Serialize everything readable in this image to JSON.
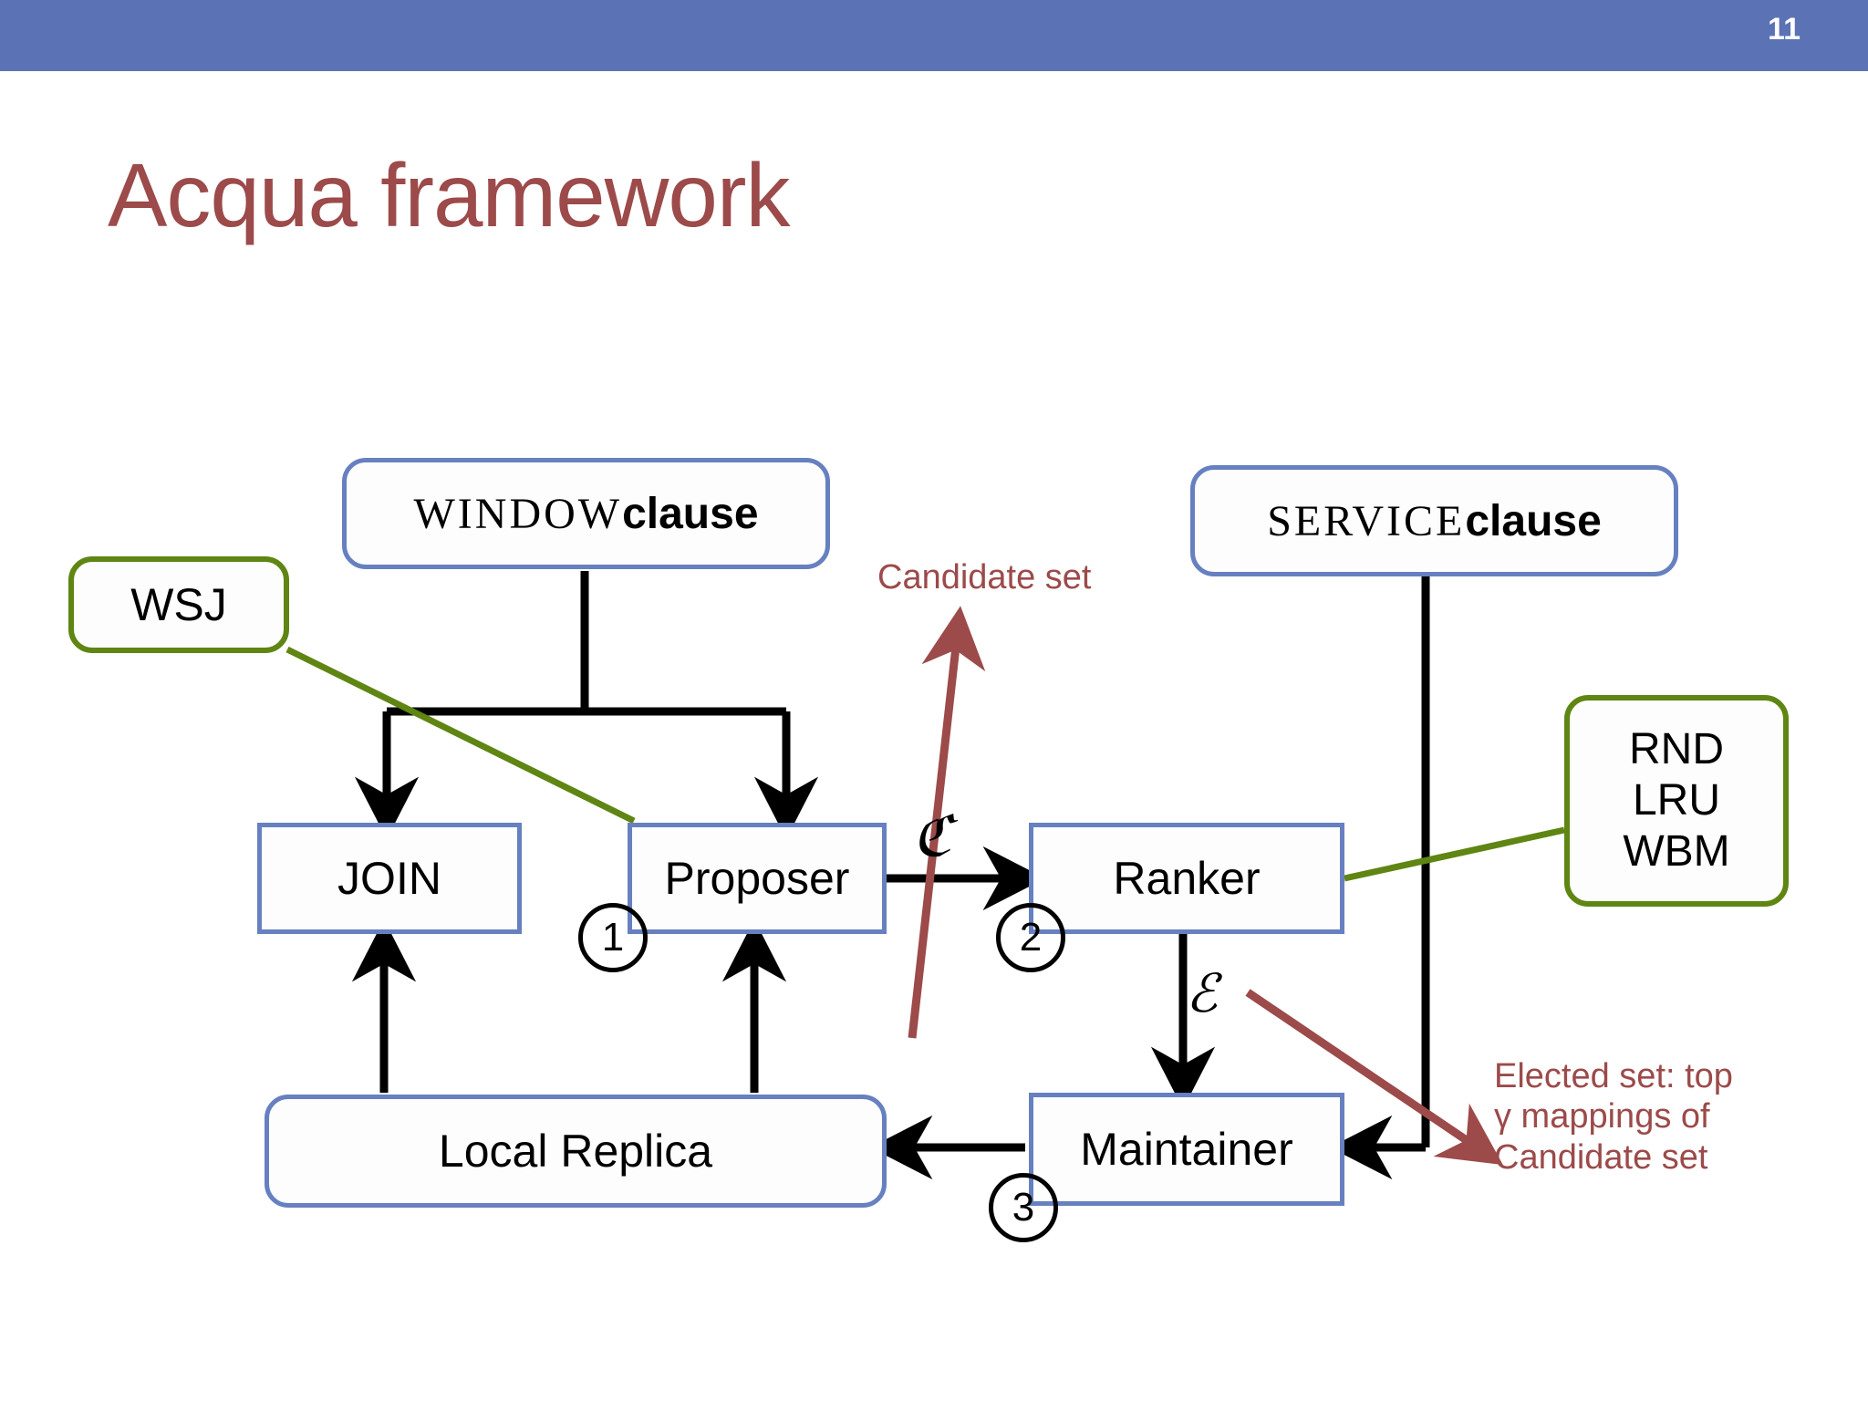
{
  "header": {
    "page_number": "11",
    "bar_color": "#5B72B5"
  },
  "title": {
    "text": "Acqua framework",
    "color": "#9C4A4A"
  },
  "palette": {
    "blue_border": "#6680C0",
    "green_border": "#5F8513",
    "maroon": "#9C4A4A",
    "black": "#000000",
    "box_fill": "#FDFDFD"
  },
  "diagram": {
    "nodes": {
      "window_clause": {
        "keyword": "WINDOW",
        "suffix": " clause"
      },
      "service_clause": {
        "keyword": "SERVICE",
        "suffix": " clause"
      },
      "wsj": {
        "label": "WSJ"
      },
      "join": {
        "label": "JOIN"
      },
      "proposer": {
        "label": "Proposer"
      },
      "ranker": {
        "label": "Ranker"
      },
      "policies": {
        "line1": "RND",
        "line2": "LRU",
        "line3": "WBM"
      },
      "local_replica": {
        "label": "Local Replica"
      },
      "maintainer": {
        "label": "Maintainer"
      }
    },
    "steps": [
      {
        "label": "1"
      },
      {
        "label": "2"
      },
      {
        "label": "3"
      }
    ],
    "symbols": {
      "candidate": "ℭ",
      "elected": "ℰ"
    },
    "annotations": {
      "candidate_set": "Candidate set",
      "elected_set": {
        "line1": "Elected set: top",
        "line2": "γ mappings of",
        "line3": "Candidate set"
      }
    }
  }
}
